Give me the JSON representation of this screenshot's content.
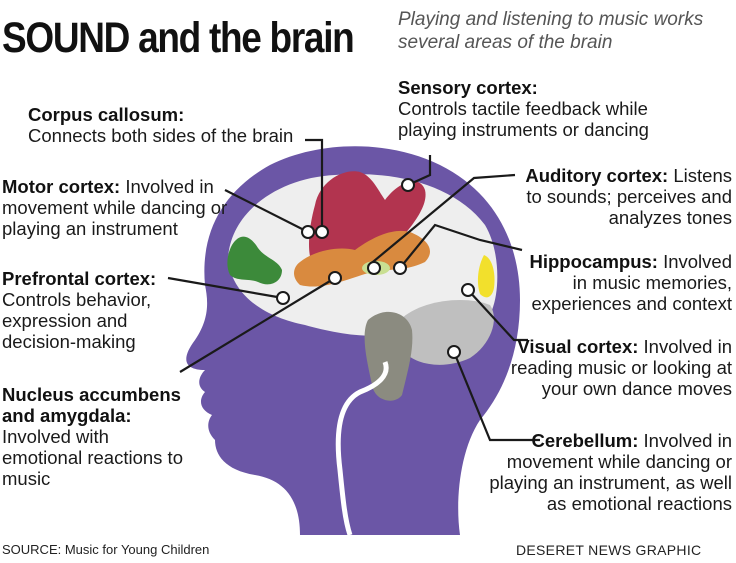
{
  "title": "SOUND and the brain",
  "subtitle": "Playing and listening to music works several areas of the brain",
  "labels": {
    "corpus_callosum": {
      "name": "Corpus callosum:",
      "desc": "Connects both sides of the brain"
    },
    "motor_cortex": {
      "name": "Motor cortex:",
      "desc": " Involved in movement while dancing or playing an instrument"
    },
    "prefrontal_cortex": {
      "name": "Prefrontal cortex:",
      "desc": "Controls behavior, expression and decision-making"
    },
    "nucleus_accumbens": {
      "name": "Nucleus accumbens and amygdala:",
      "desc": "Involved with emotional reactions to music"
    },
    "sensory_cortex": {
      "name": "Sensory cortex:",
      "desc": "Controls tactile feedback while playing instruments or dancing"
    },
    "auditory_cortex": {
      "name": "Auditory cortex:",
      "desc": " Listens to sounds; perceives and analyzes tones"
    },
    "hippocampus": {
      "name": "Hippocampus:",
      "desc": " Involved in music memories, experiences and context"
    },
    "visual_cortex": {
      "name": "Visual cortex:",
      "desc": " Involved in reading music or looking at your own dance moves"
    },
    "cerebellum": {
      "name": "Cerebellum:",
      "desc": " Involved in movement while dancing or playing an instrument, as well as emotional reactions"
    }
  },
  "source": "SOURCE: Music for Young Children",
  "credit": "DESERET NEWS GRAPHIC",
  "colors": {
    "head": "#6b56a6",
    "brain": "#eeeeee",
    "motor": "#b2344f",
    "prefrontal": "#3c8a3a",
    "auditory": "#d98a3f",
    "hippocampus": "#c9df92",
    "visual": "#f2e02c",
    "cerebellum": "#bfbfbf",
    "brainstem": "#8b8b80"
  }
}
